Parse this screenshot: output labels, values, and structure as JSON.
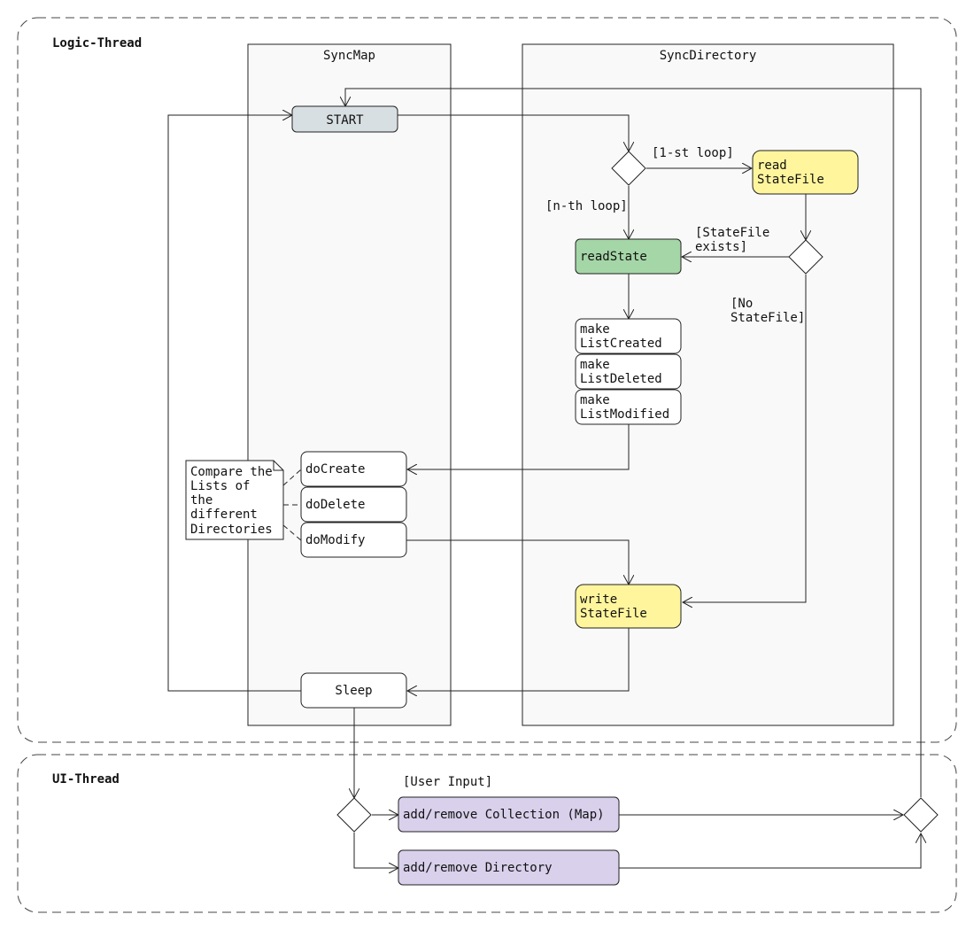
{
  "colors": {
    "start": "#d8dfe2",
    "action": "#ffffff",
    "stateFile": "#fff59d",
    "readState": "#a5d6a7",
    "ui": "#d9d0ec"
  },
  "regions": {
    "logic": "Logic-Thread",
    "ui": "UI-Thread"
  },
  "lanes": {
    "syncmap": "SyncMap",
    "syncdir": "SyncDirectory"
  },
  "nodes": {
    "start": "START",
    "read_statefile": [
      "read",
      "StateFile"
    ],
    "read_state": "readState",
    "make_created": [
      "make",
      "ListCreated"
    ],
    "make_deleted": [
      "make",
      "ListDeleted"
    ],
    "make_modified": [
      "make",
      "ListModified"
    ],
    "do_create": "doCreate",
    "do_delete": "doDelete",
    "do_modify": "doModify",
    "write_statefile": [
      "write",
      "StateFile"
    ],
    "sleep": "Sleep",
    "add_collection": "add/remove Collection (Map)",
    "add_directory": "add/remove Directory"
  },
  "note": [
    "Compare the",
    "Lists of",
    "the",
    "different",
    "Directories"
  ],
  "guards": {
    "first_loop": "[1-st loop]",
    "nth_loop": "[n-th loop]",
    "statefile_exists": [
      "[StateFile",
      "exists]"
    ],
    "no_statefile": [
      "[No",
      "StateFile]"
    ],
    "user_input": "[User Input]"
  }
}
